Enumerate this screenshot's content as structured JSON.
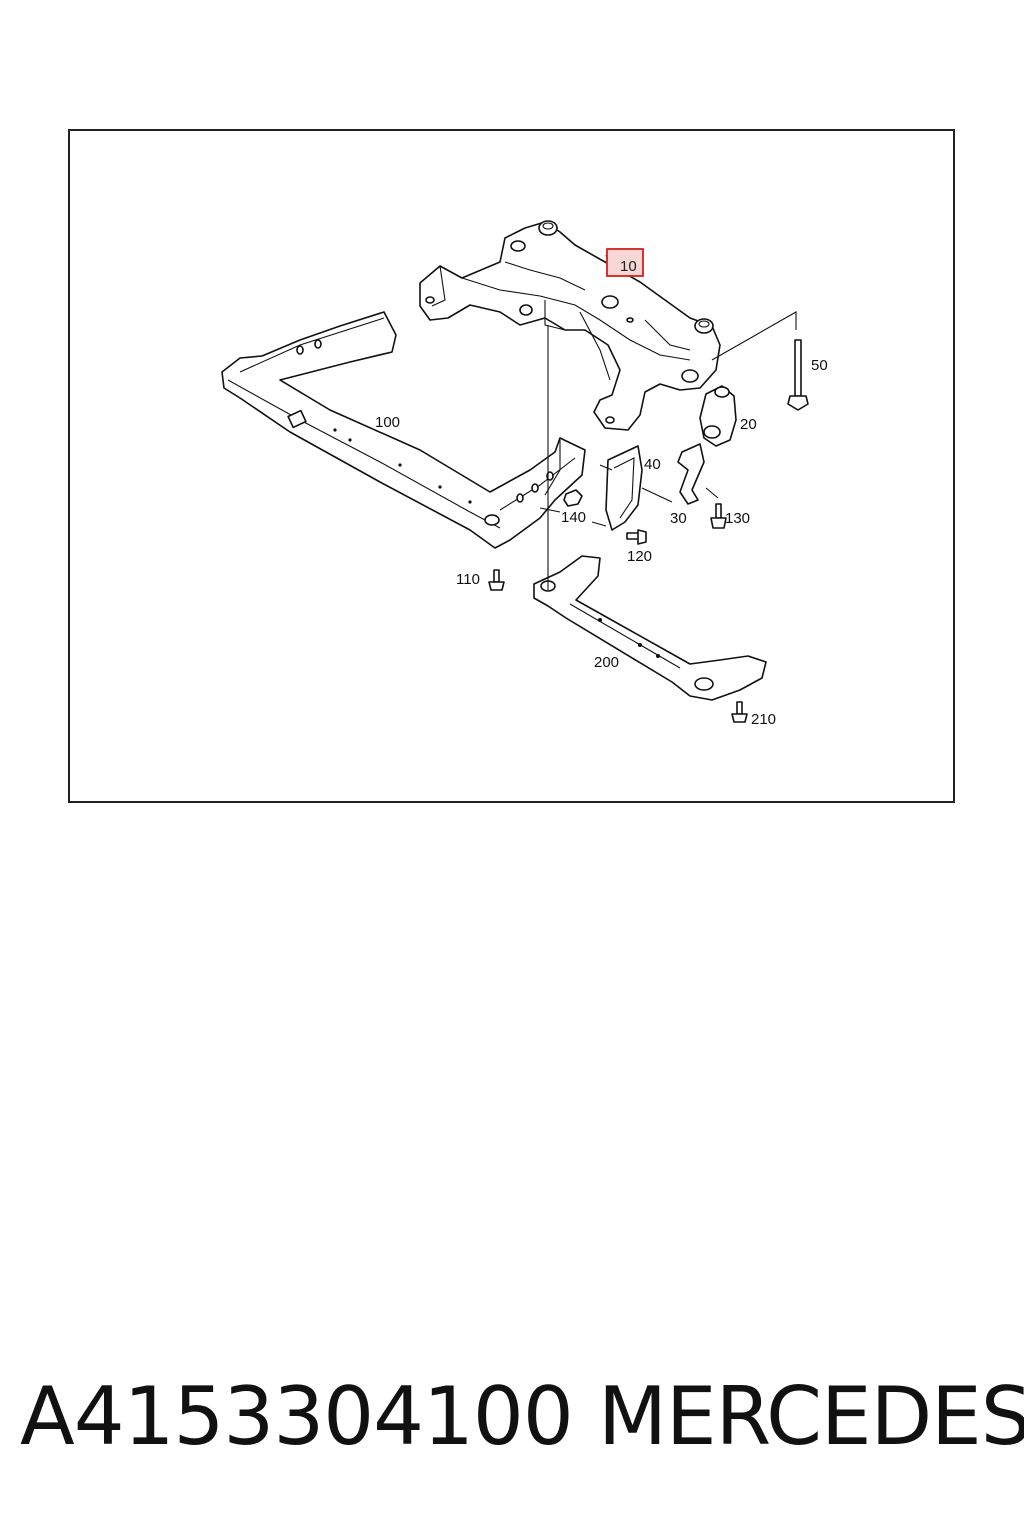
{
  "diagram": {
    "highlighted_part": "10",
    "labels": {
      "p10": "10",
      "p20": "20",
      "p30": "30",
      "p40": "40",
      "p50": "50",
      "p100": "100",
      "p110": "110",
      "p120": "120",
      "p130": "130",
      "p140": "140",
      "p200": "200",
      "p210": "210"
    },
    "highlight_color": "#d42020"
  },
  "footer": {
    "part_number": "A4153304100",
    "brand": "MERCEDES"
  }
}
